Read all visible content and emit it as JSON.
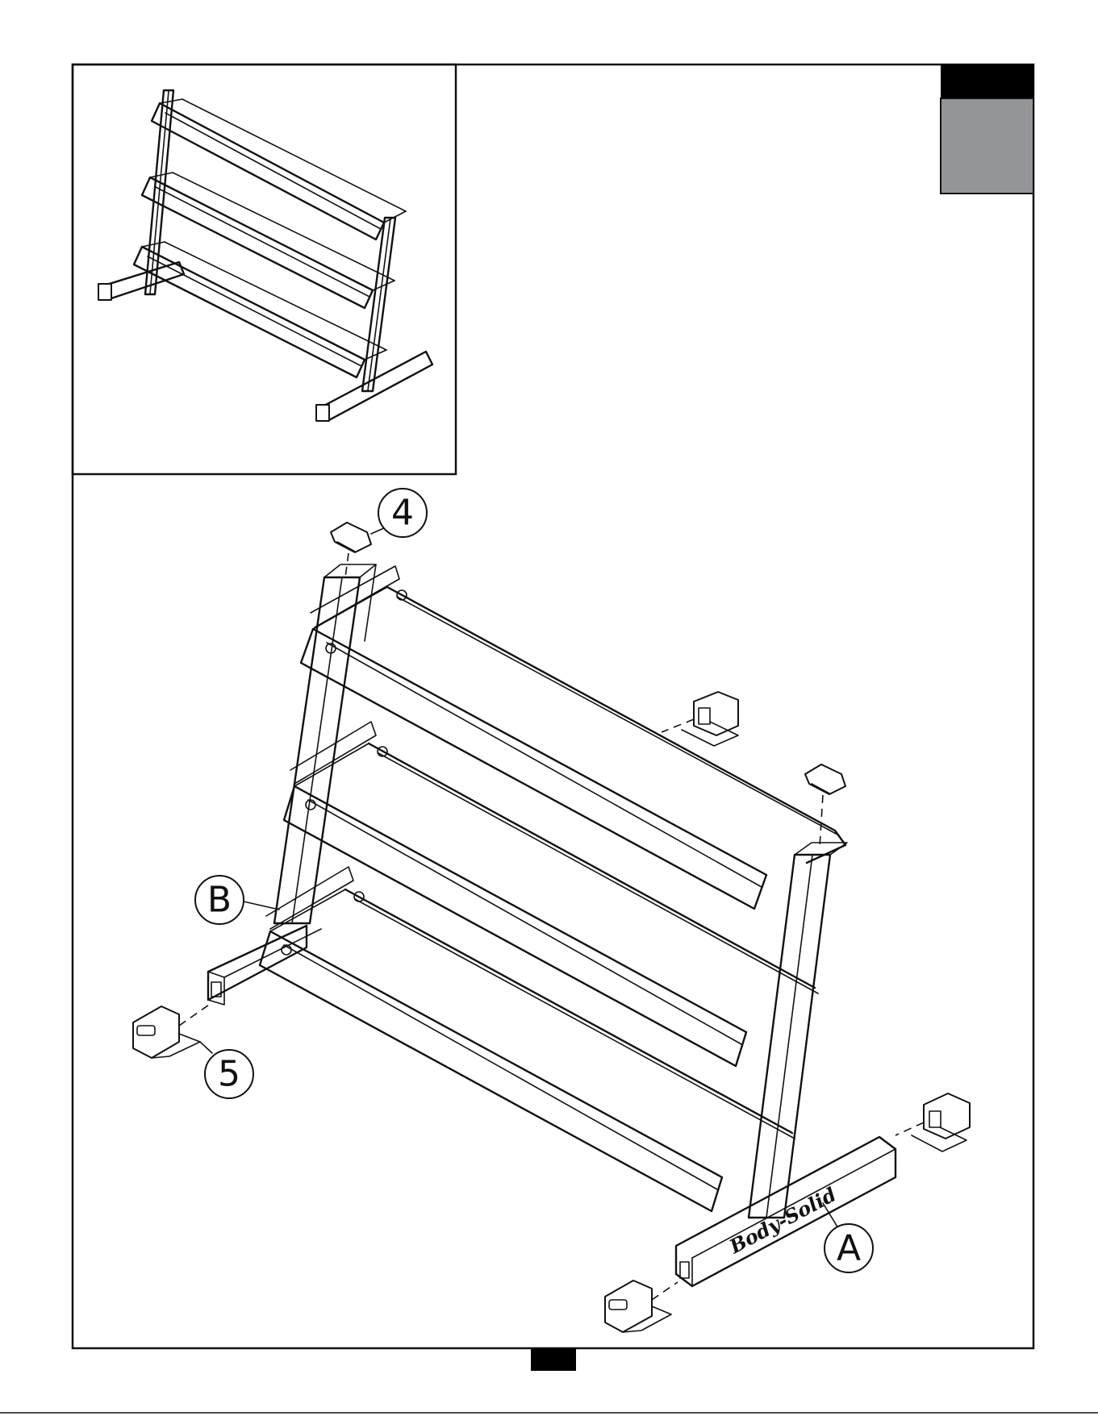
{
  "callouts": {
    "part_4": "4",
    "part_5": "5",
    "part_a": "A",
    "part_b": "B"
  },
  "logo": {
    "text": "Body-Solid"
  },
  "colors": {
    "line": "#111111",
    "tab_black": "#000000",
    "tab_gray": "#939598"
  }
}
